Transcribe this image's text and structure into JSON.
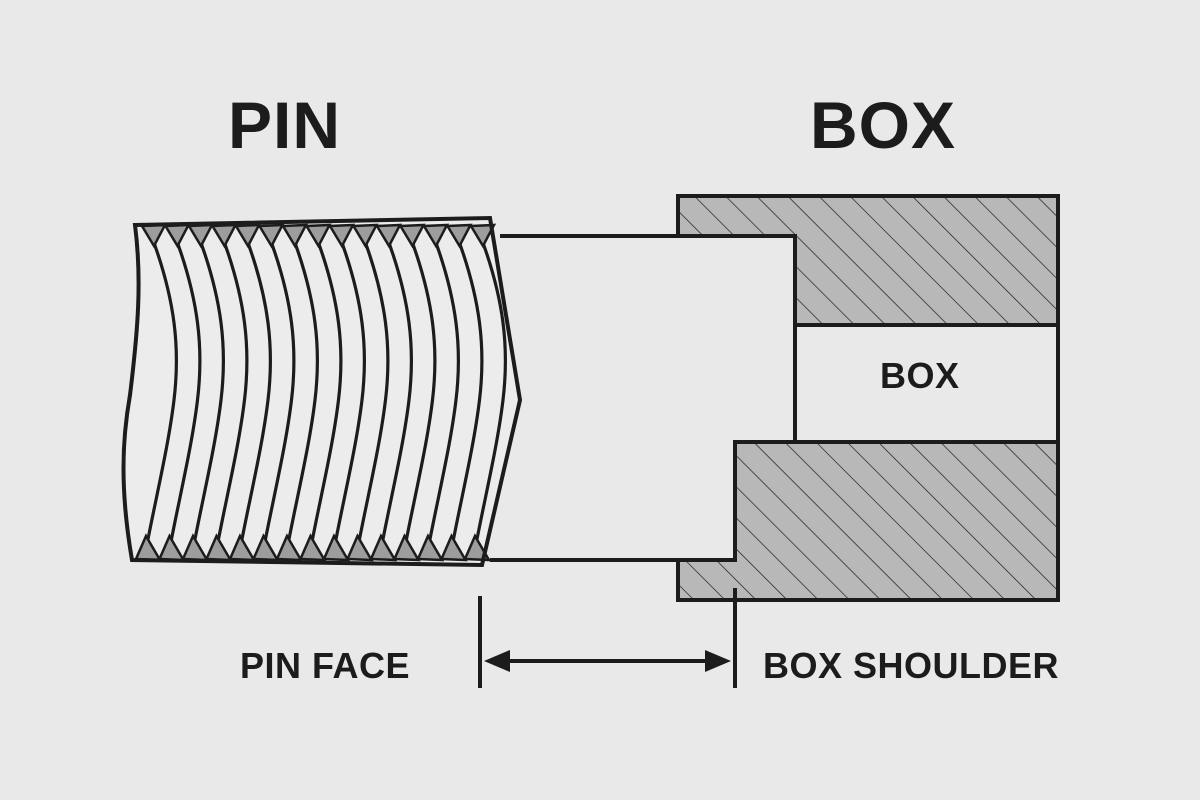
{
  "labels": {
    "pin_title": "PIN",
    "box_title": "BOX",
    "box_bore": "BOX",
    "pin_face": "PIN FACE",
    "box_shoulder": "BOX SHOULDER"
  },
  "colors": {
    "background": "#e9e9e9",
    "line": "#1c1c1c",
    "hatch_fill": "#b8b8b8",
    "thread_tip_fill": "#9d9d9d"
  }
}
